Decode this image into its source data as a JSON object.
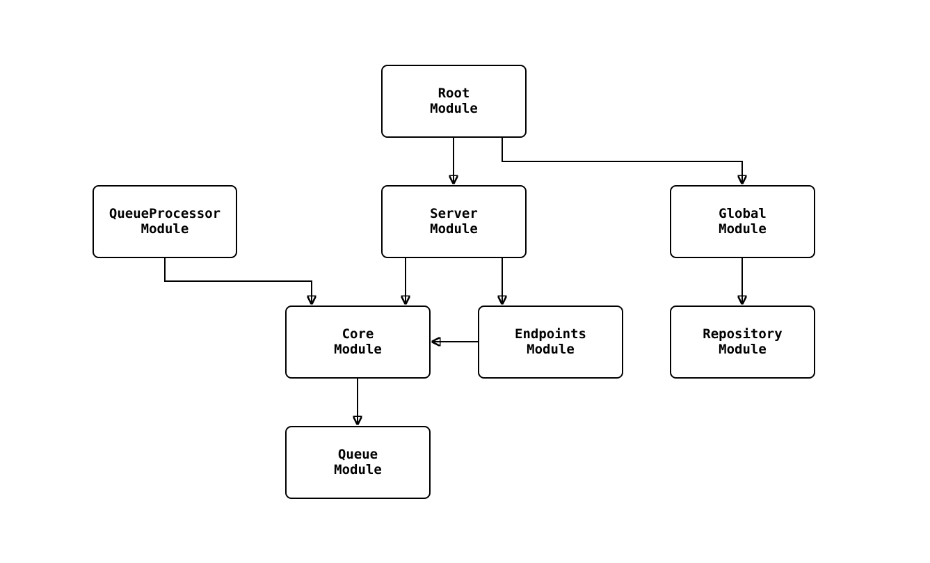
{
  "diagram": {
    "type": "flowchart",
    "direction": "top-down",
    "colors": {
      "background": "#ffffff",
      "node_fill": "#ffffff",
      "node_stroke": "#000000",
      "edge_stroke": "#000000",
      "text": "#000000"
    },
    "nodes": {
      "root": {
        "line1": "Root",
        "line2": "Module"
      },
      "server": {
        "line1": "Server",
        "line2": "Module"
      },
      "global": {
        "line1": "Global",
        "line2": "Module"
      },
      "queueprocessor": {
        "line1": "QueueProcessor",
        "line2": "Module"
      },
      "core": {
        "line1": "Core",
        "line2": "Module"
      },
      "endpoints": {
        "line1": "Endpoints",
        "line2": "Module"
      },
      "repository": {
        "line1": "Repository",
        "line2": "Module"
      },
      "queue": {
        "line1": "Queue",
        "line2": "Module"
      }
    },
    "edges": [
      {
        "from": "Root Module",
        "to": "Server Module"
      },
      {
        "from": "Root Module",
        "to": "Global Module"
      },
      {
        "from": "Server Module",
        "to": "Core Module"
      },
      {
        "from": "Server Module",
        "to": "Endpoints Module"
      },
      {
        "from": "QueueProcessor Module",
        "to": "Core Module"
      },
      {
        "from": "Endpoints Module",
        "to": "Core Module"
      },
      {
        "from": "Core Module",
        "to": "Queue Module"
      },
      {
        "from": "Global Module",
        "to": "Repository Module"
      }
    ]
  }
}
